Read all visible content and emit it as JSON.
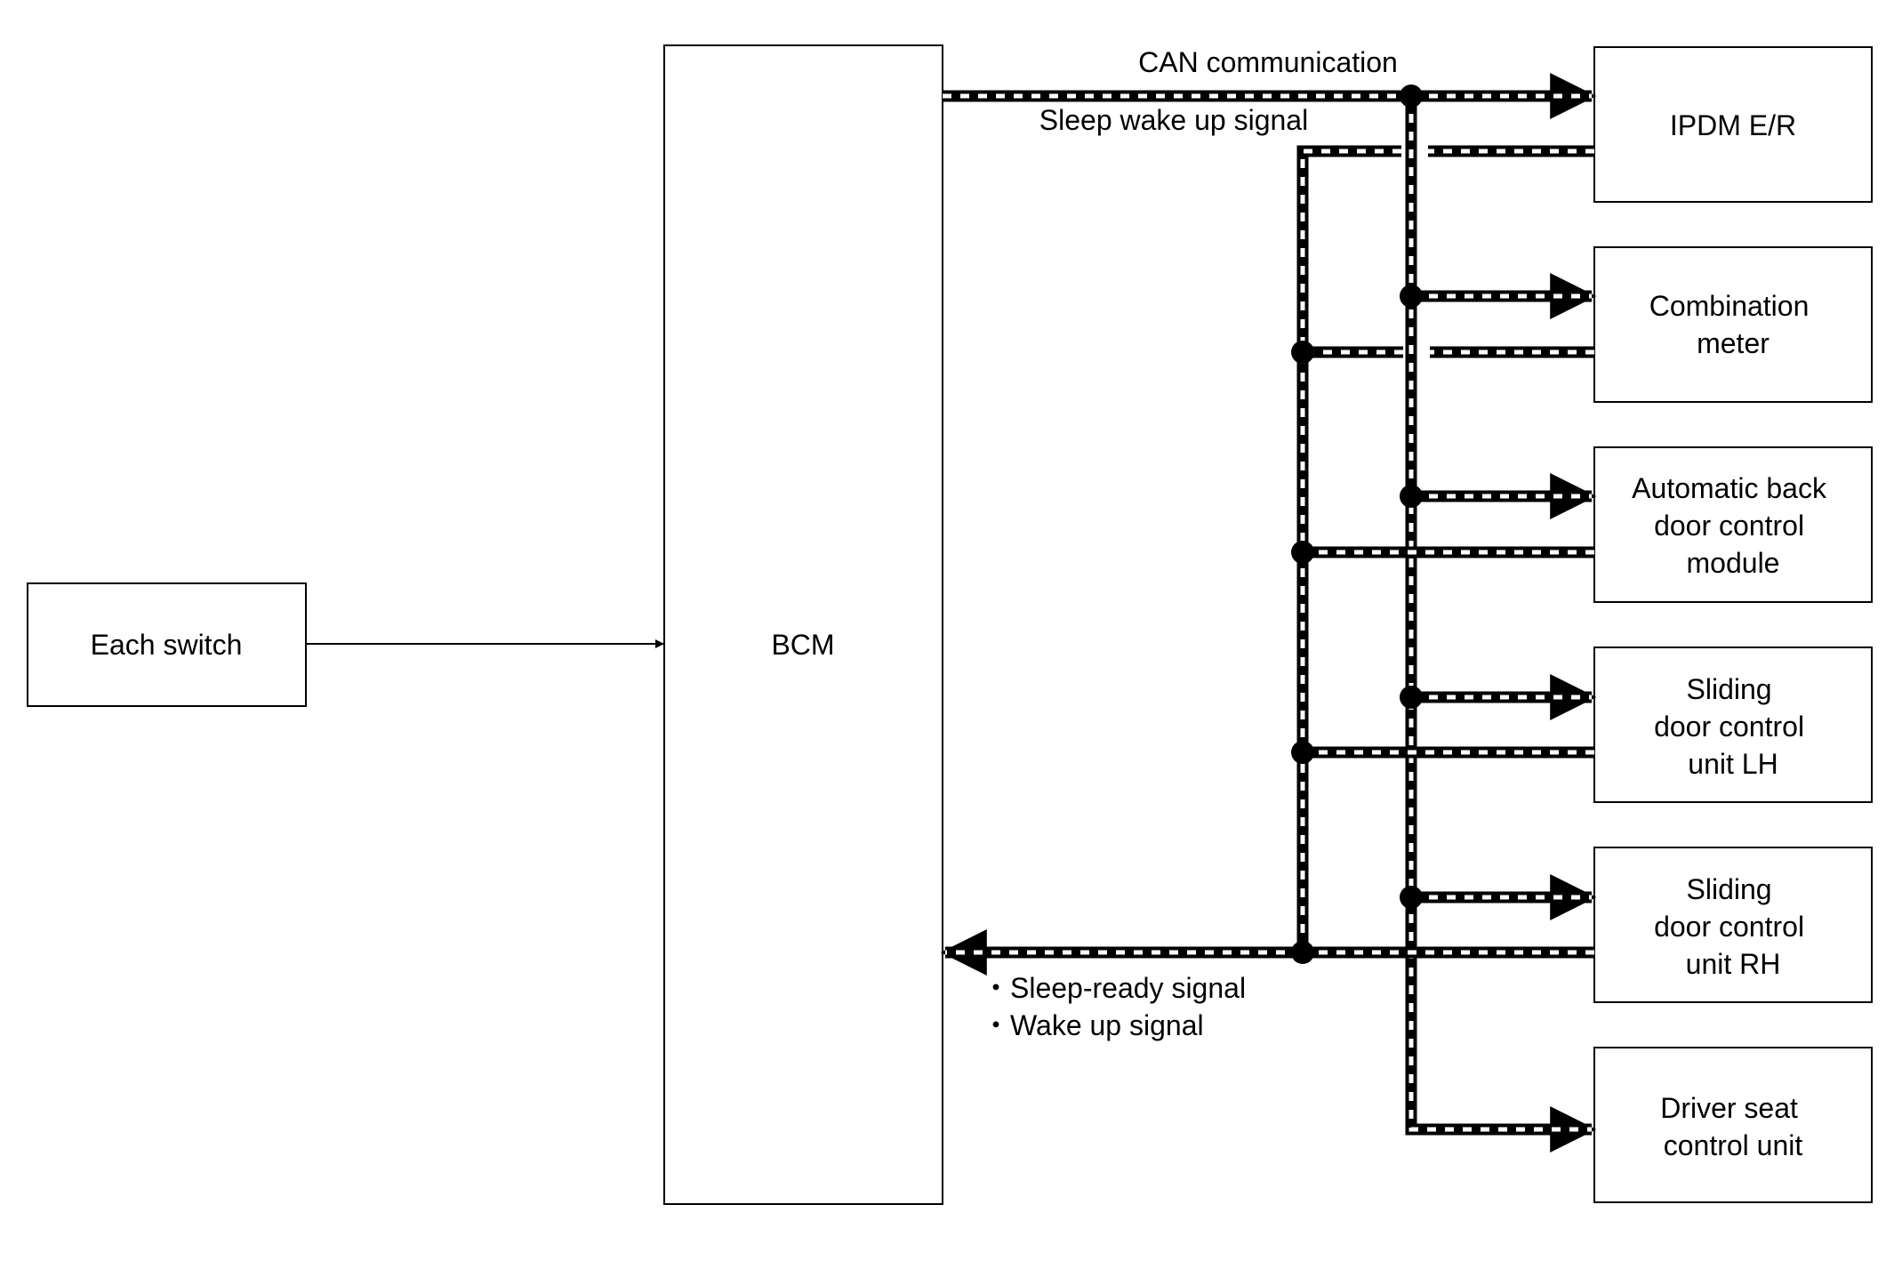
{
  "blocks": {
    "each_switch": {
      "lines": [
        "Each switch"
      ]
    },
    "bcm": {
      "lines": [
        "BCM"
      ]
    },
    "ipdm": {
      "lines": [
        "IPDM E/R"
      ]
    },
    "combination_meter": {
      "lines": [
        "Combination",
        "meter"
      ]
    },
    "auto_back_door": {
      "lines": [
        "Automatic back",
        "door control",
        "module"
      ]
    },
    "sliding_lh": {
      "lines": [
        "Sliding",
        "door control",
        "unit LH"
      ]
    },
    "sliding_rh": {
      "lines": [
        "Sliding",
        "door control",
        "unit RH"
      ]
    },
    "driver_seat": {
      "lines": [
        "Driver seat",
        "control unit"
      ]
    }
  },
  "signals": {
    "can_communication": "CAN communication",
    "sleep_wake_up": "Sleep wake up signal",
    "sleep_ready": "・Sleep-ready signal",
    "wake_up": "・Wake up signal"
  },
  "colors": {
    "line": "#000000",
    "background": "#ffffff",
    "box_border": "#000000"
  }
}
